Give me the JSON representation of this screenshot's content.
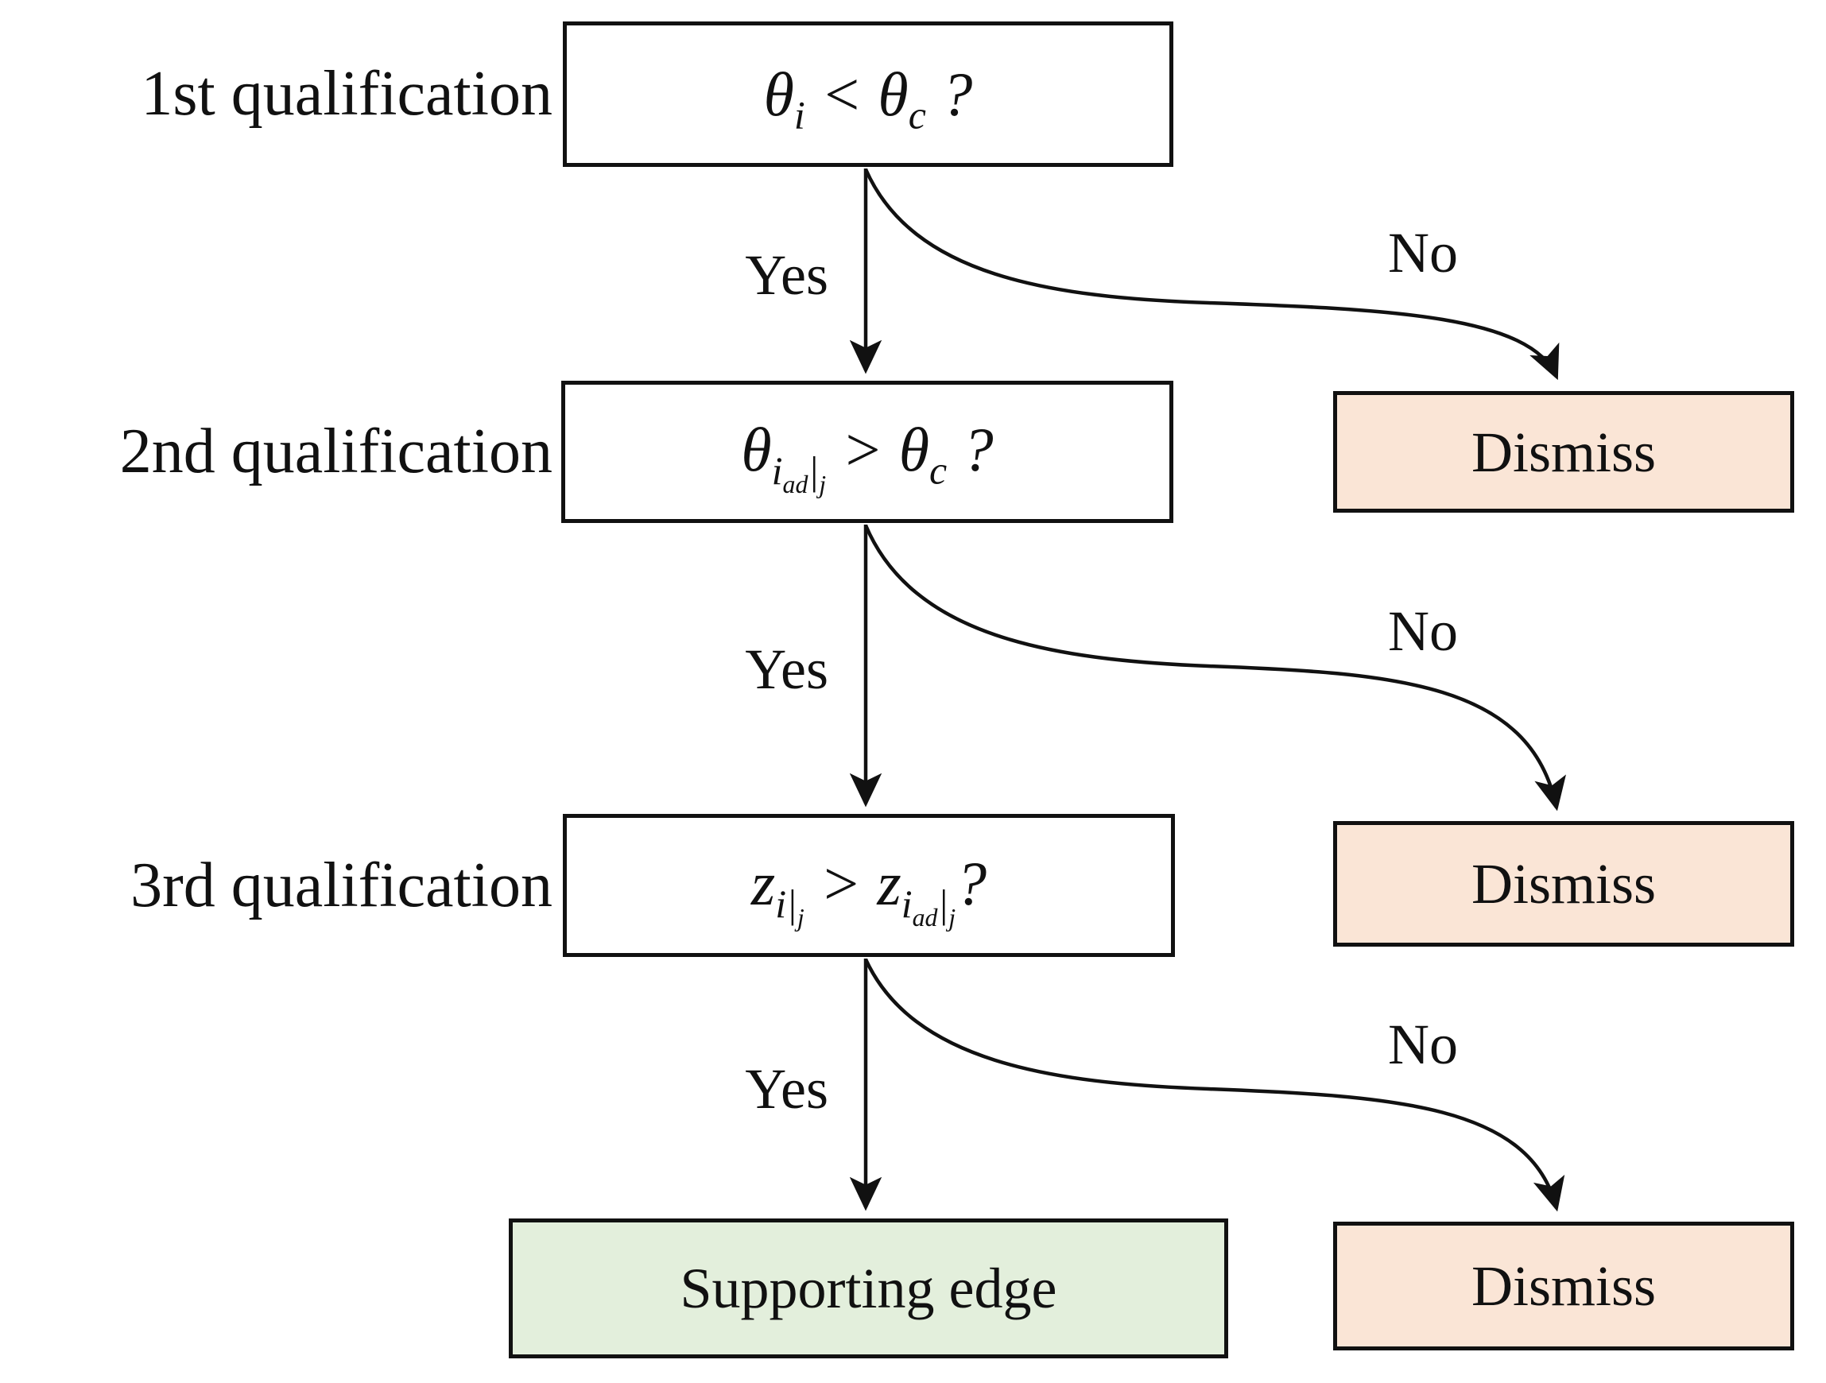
{
  "diagram": {
    "type": "flowchart",
    "title_semantics": "edge qualification decision flow",
    "colors": {
      "background": "#ffffff",
      "decision_fill": "#ffffff",
      "dismiss_fill": "#fae5d6",
      "support_fill": "#e3efdc",
      "border": "#111111",
      "arrow": "#111111",
      "text": "#111111"
    },
    "rows": [
      {
        "label": "1st qualification",
        "formula": "θ_{i} < θ_{c} ?",
        "yes_label": "Yes",
        "no_label": "No",
        "dismiss_label": "Dismiss"
      },
      {
        "label": "2nd qualification",
        "formula": "θ_{i_{ad}|_{j}} > θ_{c} ?",
        "yes_label": "Yes",
        "no_label": "No",
        "dismiss_label": "Dismiss"
      },
      {
        "label": "3rd qualification",
        "formula": "z_{i|_{j}} > z_{i_{ad}|_{j}}?",
        "yes_label": "Yes",
        "no_label": "No",
        "dismiss_label": "Dismiss"
      }
    ],
    "terminal": {
      "support_label": "Supporting edge"
    }
  }
}
